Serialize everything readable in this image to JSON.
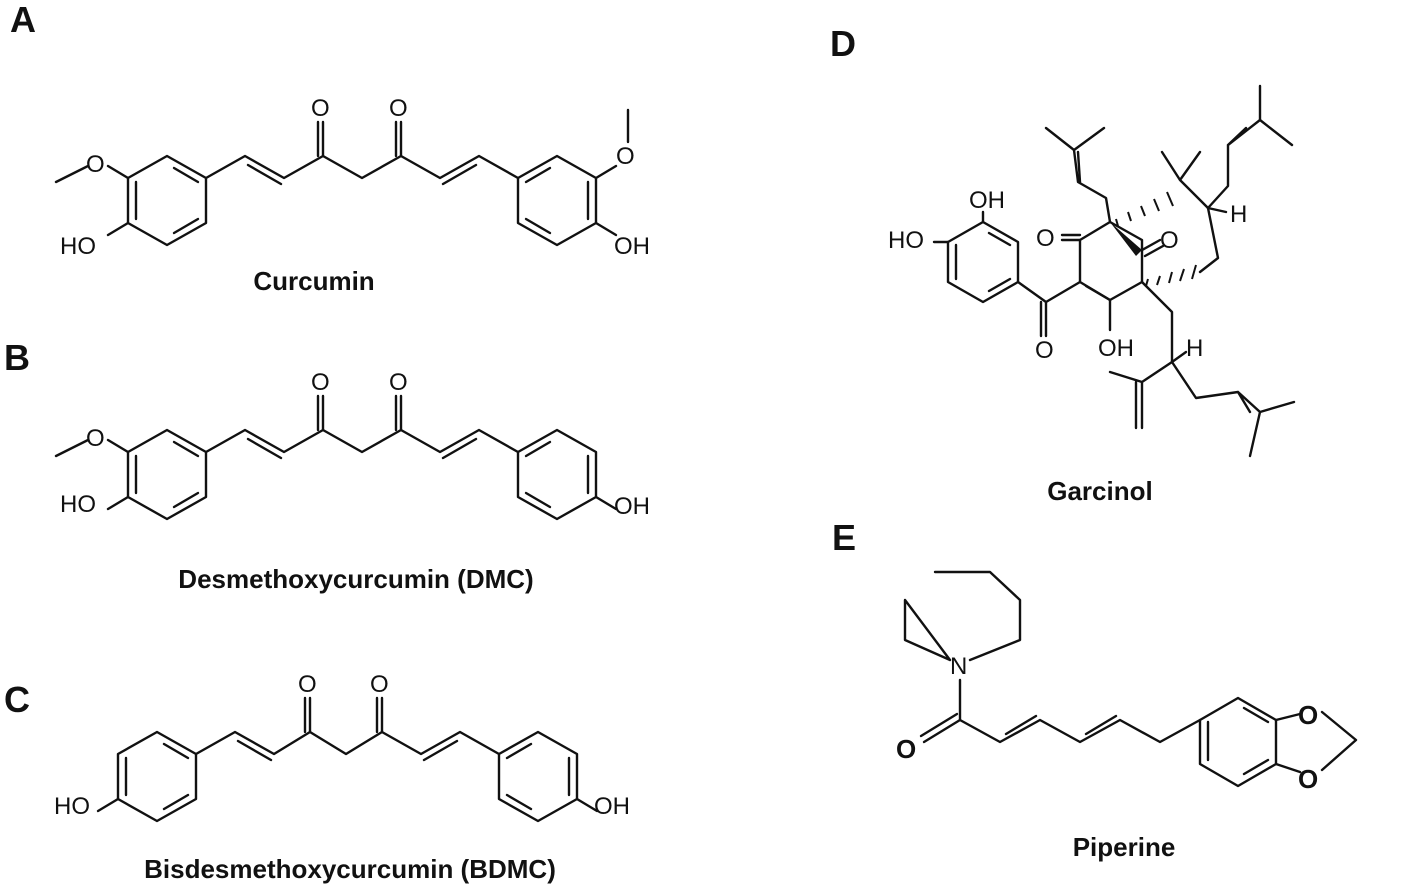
{
  "panels": {
    "a": {
      "letter": "A",
      "caption": "Curcumin",
      "atoms": {
        "o1": "O",
        "o2": "O",
        "ome": "O",
        "ho": "HO",
        "oh": "OH",
        "ome2": "O"
      }
    },
    "b": {
      "letter": "B",
      "caption": "Desmethoxycurcumin (DMC)",
      "atoms": {
        "o1": "O",
        "o2": "O",
        "ome": "O",
        "ho": "HO",
        "oh": "OH"
      }
    },
    "c": {
      "letter": "C",
      "caption": "Bisdesmethoxycurcumin (BDMC)",
      "atoms": {
        "o1": "O",
        "o2": "O",
        "ho": "HO",
        "oh": "OH"
      }
    },
    "d": {
      "letter": "D",
      "caption": "Garcinol",
      "atoms": {
        "oh_top": "OH",
        "ho_left": "HO",
        "o_ketone1": "O",
        "o_ketone2": "O",
        "o_carbonyl": "O",
        "oh_enol": "OH",
        "h_top": "H",
        "h_bottom": "H"
      }
    },
    "e": {
      "letter": "E",
      "caption": "Piperine",
      "atoms": {
        "n": "N",
        "o_carbonyl": "O",
        "o_dioxole1": "O",
        "o_dioxole2": "O"
      }
    }
  }
}
